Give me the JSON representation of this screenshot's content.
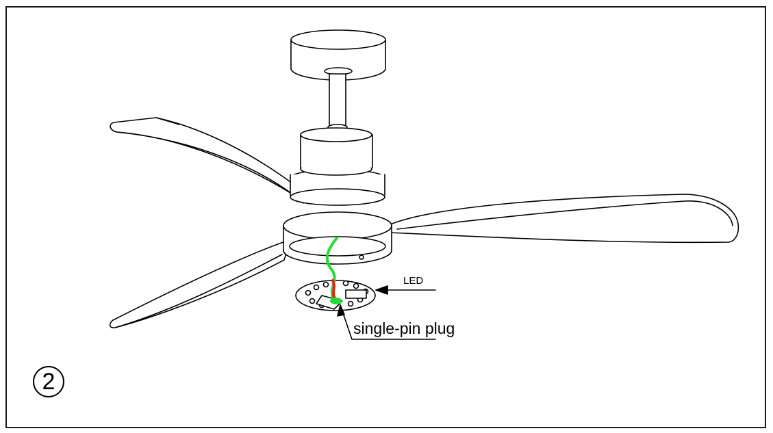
{
  "figure": {
    "step_number": "2",
    "labels": {
      "led": "LED",
      "plug": "single-pin plug"
    },
    "colors": {
      "line": "#000000",
      "wire_green": "#22dd33",
      "wire_red": "#ee1c1c"
    }
  }
}
